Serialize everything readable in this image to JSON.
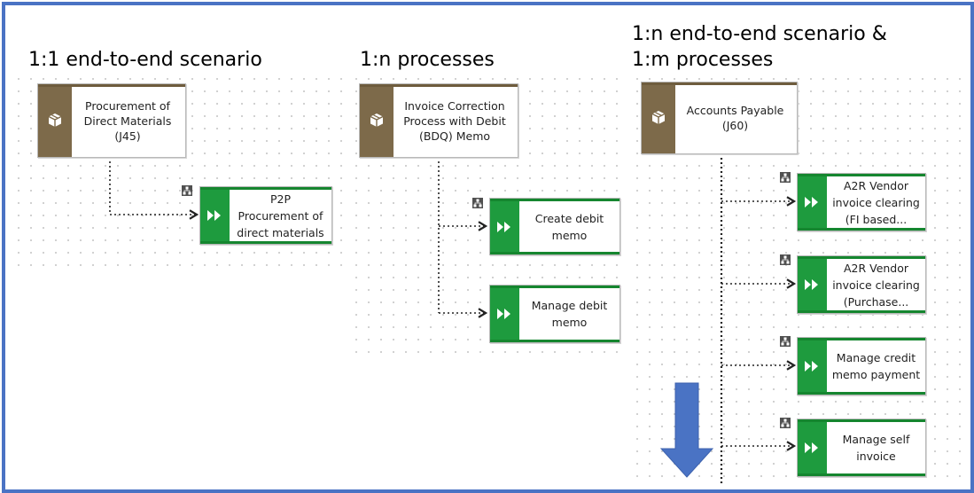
{
  "headings": {
    "col1": "1:1 end-to-end scenario",
    "col2": "1:n processes",
    "col3_line1": "1:n end-to-end scenario &",
    "col3_line2": "1:m processes"
  },
  "scenarios": {
    "s1": {
      "line1": "Procurement of",
      "line2": "Direct Materials",
      "line3": "(J45)"
    },
    "s2": {
      "line1": "Invoice Correction",
      "line2": "Process with Debit",
      "line3": "(BDQ) Memo"
    },
    "s3": {
      "line1": "Accounts Payable",
      "line2": "(J60)"
    }
  },
  "processes": {
    "p1": {
      "line1": "P2P",
      "line2": "Procurement of",
      "line3": "direct materials"
    },
    "p2": {
      "line1": "Create debit",
      "line2": "memo"
    },
    "p3": {
      "line1": "Manage debit",
      "line2": "memo"
    },
    "p4": {
      "line1": "A2R Vendor",
      "line2": "invoice clearing",
      "line3": "(FI based..."
    },
    "p5": {
      "line1": "A2R Vendor",
      "line2": "invoice clearing",
      "line3": "(Purchase..."
    },
    "p6": {
      "line1": "Manage credit",
      "line2": "memo payment"
    },
    "p7": {
      "line1": "Manage self",
      "line2": "invoice"
    }
  },
  "colors": {
    "frame": "#4a73c4",
    "scenario_band": "#7d6a4a",
    "process_band": "#1e9b3e",
    "arrow": "#4a73c4"
  },
  "icons": {
    "scenario": "package-icon",
    "process": "fast-forward-icon",
    "mini": "hierarchy-icon",
    "scroll": "down-arrow-icon"
  }
}
